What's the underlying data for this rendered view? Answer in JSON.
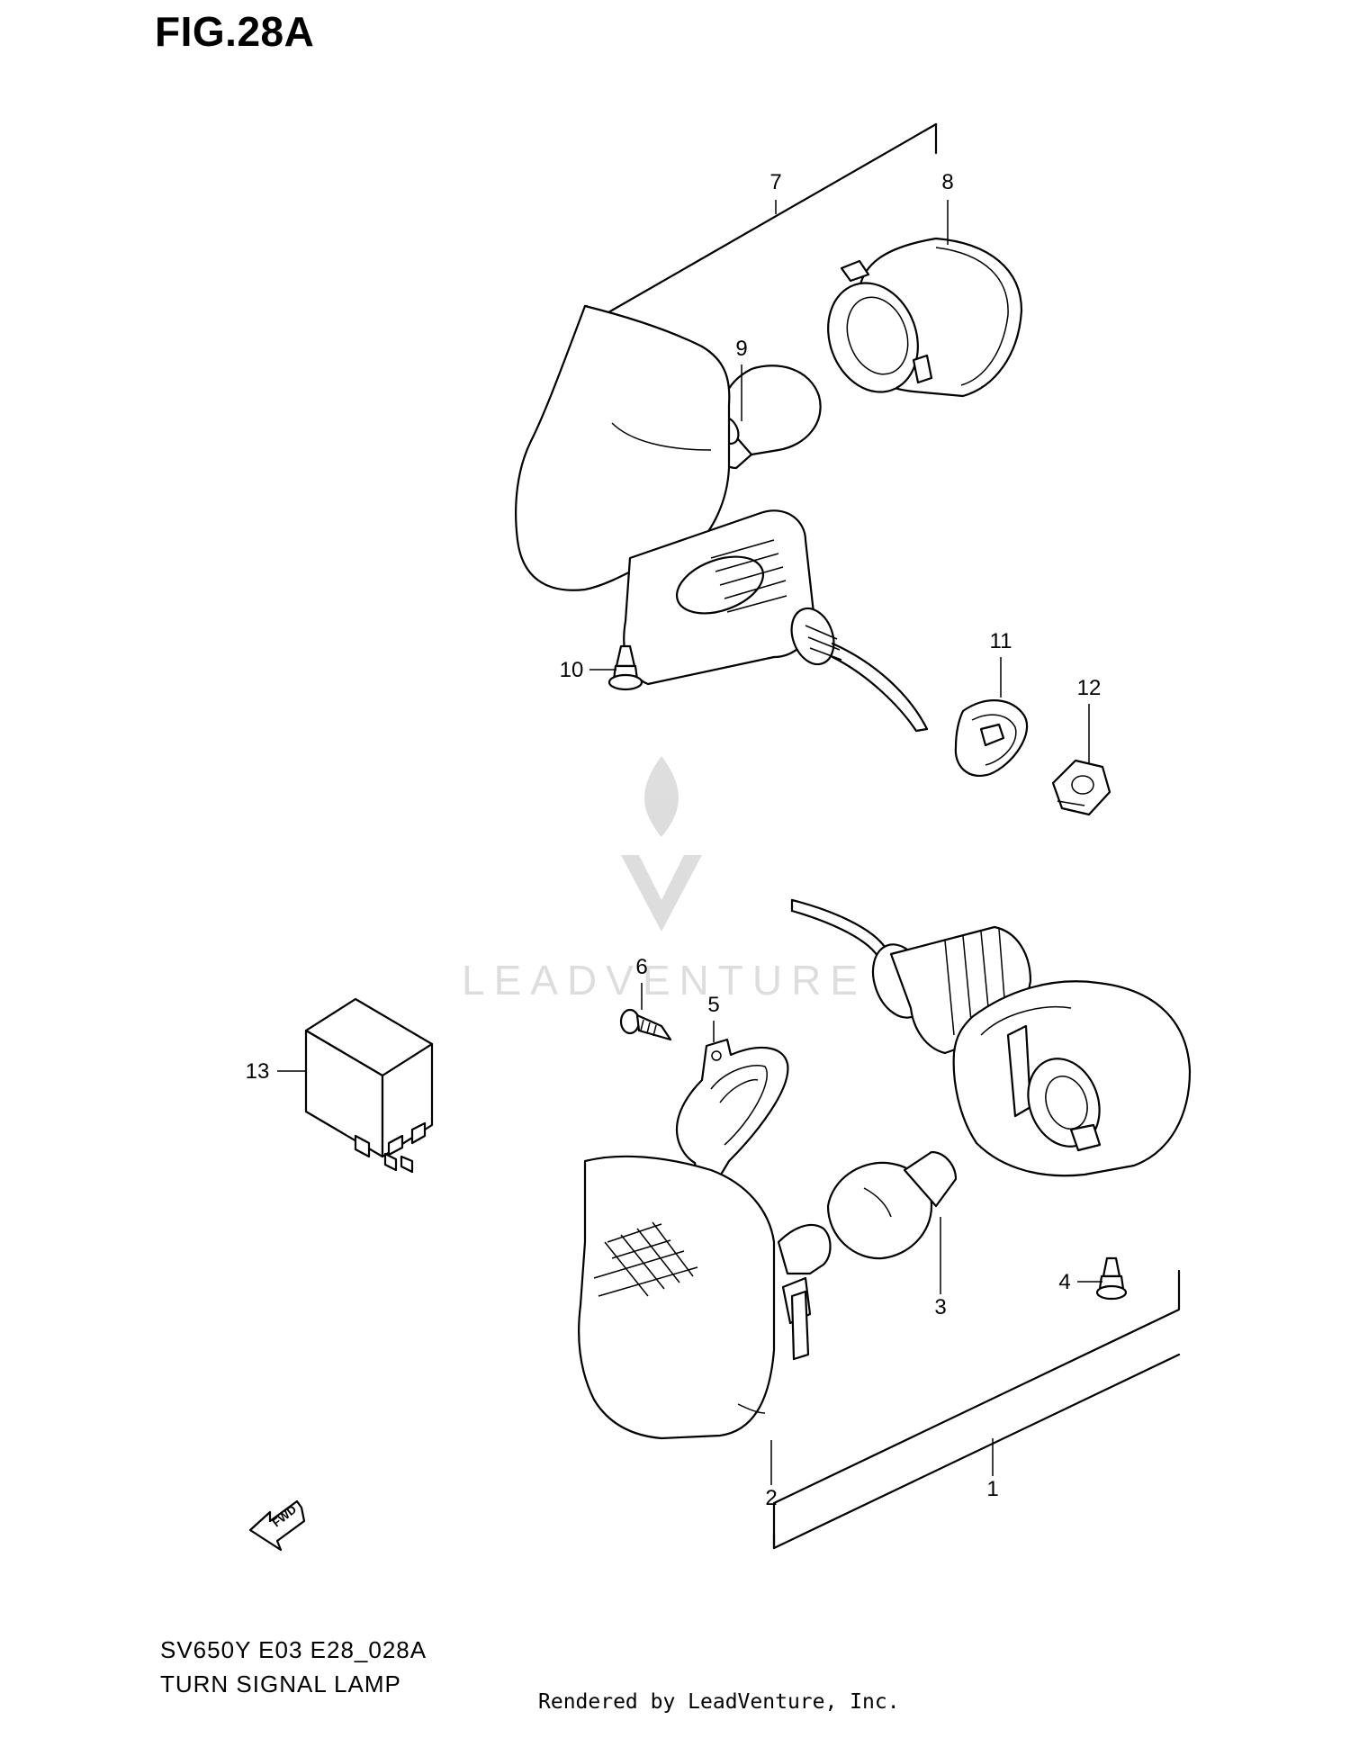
{
  "figure": {
    "title": "FIG.28A",
    "model_code": "SV650Y E03 E28_028A",
    "caption": "TURN SIGNAL LAMP",
    "rendered_by": "Rendered by LeadVenture, Inc.",
    "watermark": "LEADVENTURE",
    "fwd_label": "FWD"
  },
  "callouts": [
    {
      "id": "c1",
      "label": "1"
    },
    {
      "id": "c2",
      "label": "2"
    },
    {
      "id": "c3",
      "label": "3"
    },
    {
      "id": "c4",
      "label": "4"
    },
    {
      "id": "c5",
      "label": "5"
    },
    {
      "id": "c6",
      "label": "6"
    },
    {
      "id": "c7",
      "label": "7"
    },
    {
      "id": "c8",
      "label": "8"
    },
    {
      "id": "c9",
      "label": "9"
    },
    {
      "id": "c10",
      "label": "10"
    },
    {
      "id": "c11",
      "label": "11"
    },
    {
      "id": "c12",
      "label": "12"
    },
    {
      "id": "c13",
      "label": "13"
    }
  ]
}
